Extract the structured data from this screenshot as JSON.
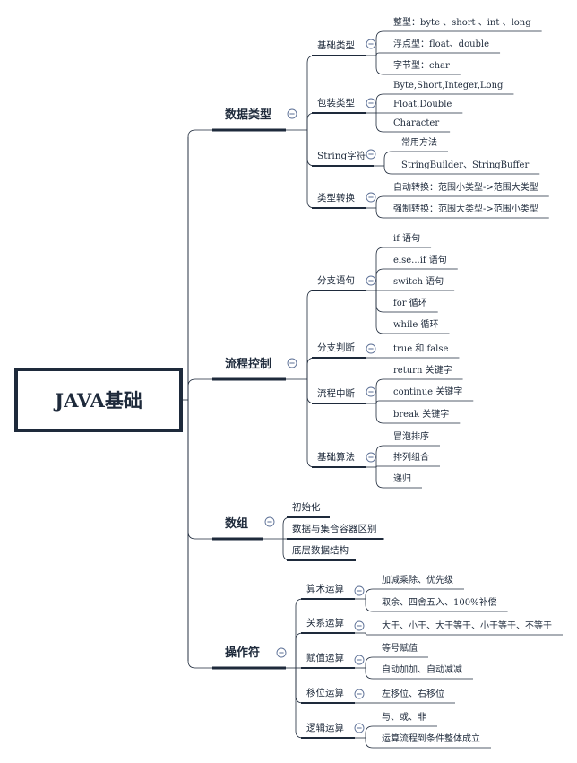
{
  "root": {
    "label": "JAVA基础"
  },
  "topics": [
    {
      "label": "数据类型",
      "children": [
        {
          "label": "基础类型",
          "children": [
            "整型：byte 、short 、int 、long",
            "浮点型：float、double",
            "字节型：char"
          ]
        },
        {
          "label": "包装类型",
          "children": [
            "Byte,Short,Integer,Long",
            "Float,Double",
            "Character"
          ]
        },
        {
          "label": "String字符",
          "children": [
            "常用方法",
            "StringBuilder、StringBuffer"
          ]
        },
        {
          "label": "类型转换",
          "children": [
            "自动转换：范围小类型->范围大类型",
            "强制转换：范围大类型->范围小类型"
          ]
        }
      ]
    },
    {
      "label": "流程控制",
      "children": [
        {
          "label": "分支语句",
          "children": [
            "if 语句",
            "else...if 语句",
            "switch 语句",
            "for 循环",
            "while 循环"
          ]
        },
        {
          "label": "分支判断",
          "children": [
            "true 和 false"
          ]
        },
        {
          "label": "流程中断",
          "children": [
            "return 关键字",
            "continue 关键字",
            "break 关键字"
          ]
        },
        {
          "label": "基础算法",
          "children": [
            "冒泡排序",
            "排列组合",
            "递归"
          ]
        }
      ]
    },
    {
      "label": "数组",
      "children": [
        {
          "label": "初始化",
          "children": []
        },
        {
          "label": "数据与集合容器区别",
          "children": []
        },
        {
          "label": "底层数据结构",
          "children": []
        }
      ]
    },
    {
      "label": "操作符",
      "children": [
        {
          "label": "算术运算",
          "children": [
            "加减乘除、优先级",
            "取余、四舍五入、100%补偿"
          ]
        },
        {
          "label": "关系运算",
          "children": [
            "大于、小于、大于等于、小于等于、不等于"
          ]
        },
        {
          "label": "赋值运算",
          "children": [
            "等号赋值",
            "自动加加、自动减减"
          ]
        },
        {
          "label": "移位运算",
          "children": [
            "左移位、右移位"
          ]
        },
        {
          "label": "逻辑运算",
          "children": [
            "与、或、非",
            "运算流程到条件整体成立"
          ]
        }
      ]
    }
  ],
  "colors": {
    "ink": "#1e2a3b",
    "toggle": "#5b6f95",
    "background": "#ffffff"
  },
  "icons": {
    "collapse": "minus-circle-icon"
  }
}
